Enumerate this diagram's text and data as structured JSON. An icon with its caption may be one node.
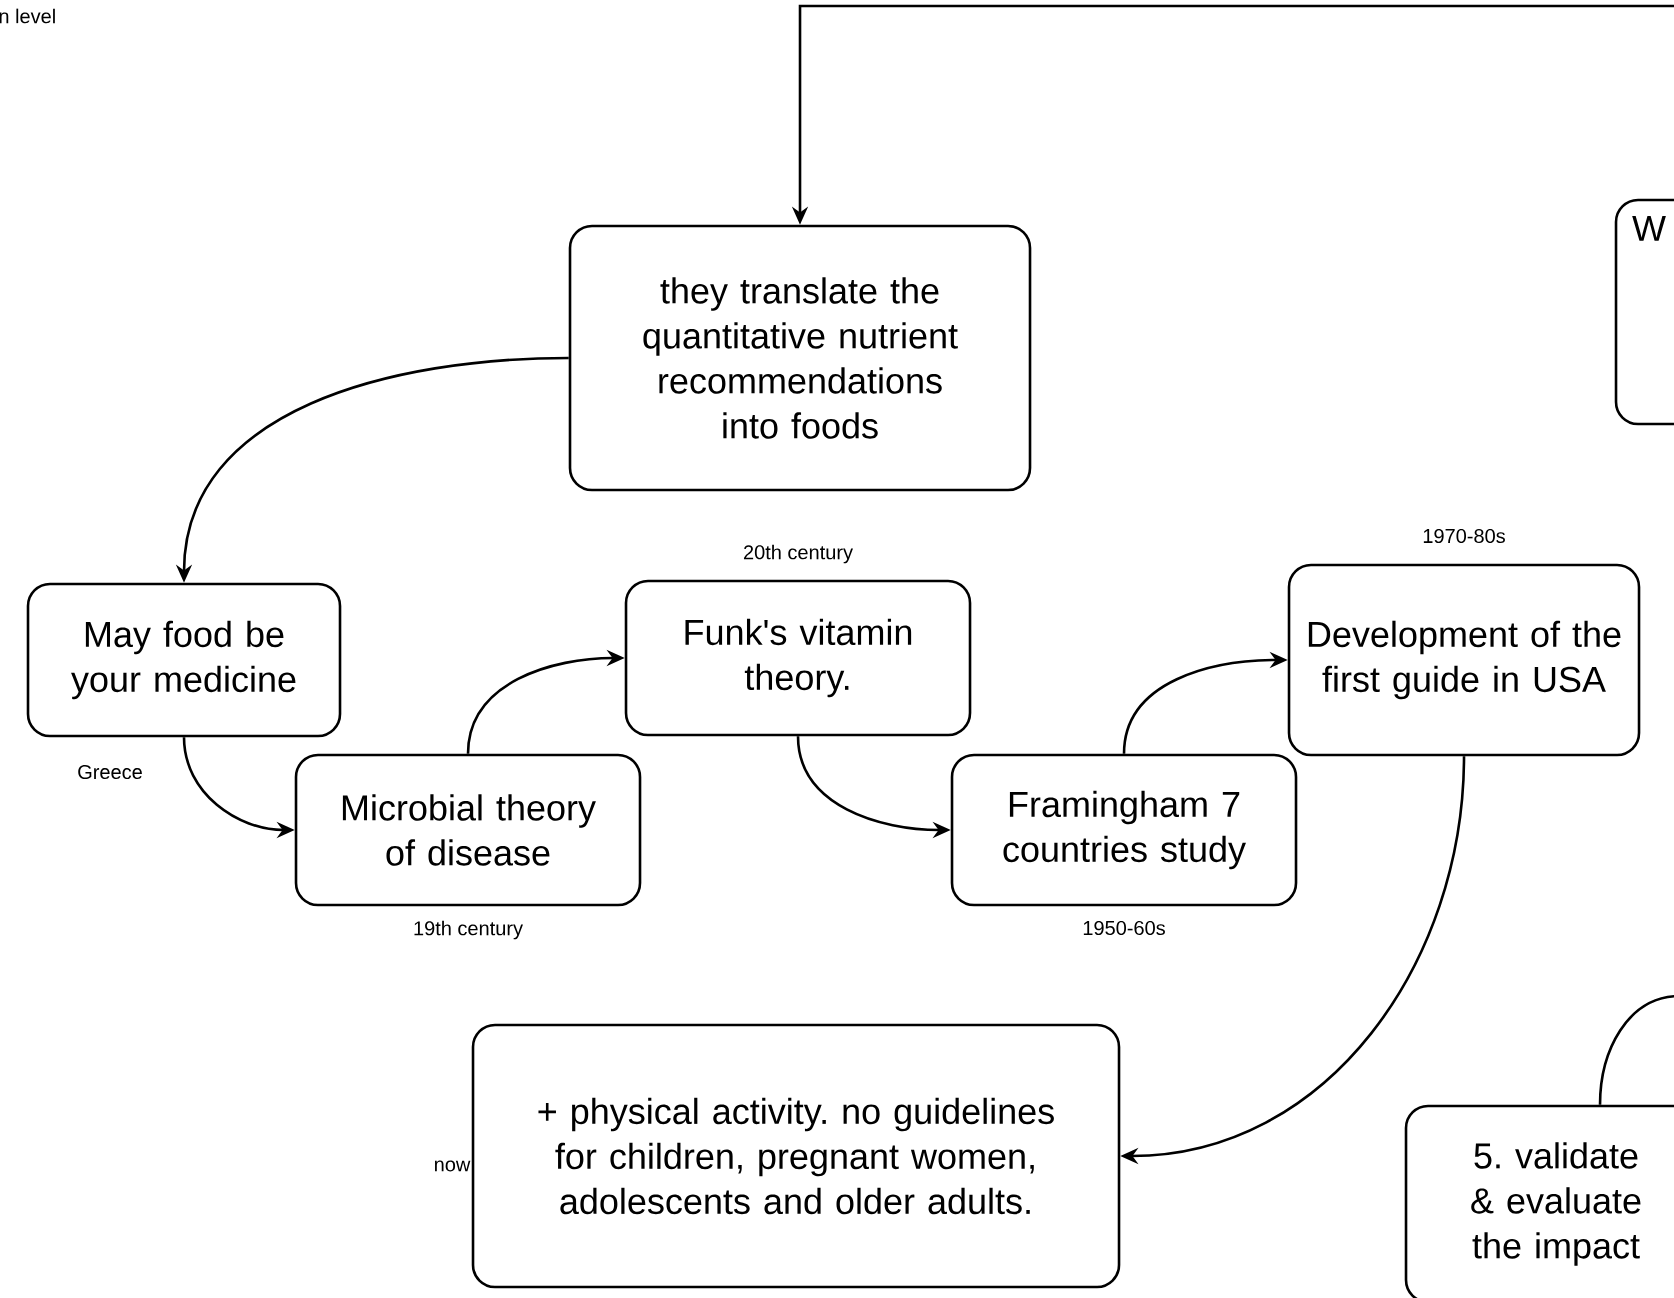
{
  "diagram": {
    "nodes": [
      {
        "text": [
          "they translate the quantitative nutrient recommendations into foods"
        ]
      },
      {
        "text": [
          "May food be your medicine"
        ],
        "beside": [
          "Greece"
        ]
      },
      {
        "text": [
          "Microbial theory of disease"
        ],
        "beside": [
          "19th century"
        ]
      },
      {
        "text": [
          "Funk's vitamin theory."
        ],
        "beside": [
          "20th century"
        ]
      },
      {
        "text": [
          "Framingham 7 countries study"
        ],
        "beside": [
          "1950-60s"
        ]
      },
      {
        "text": [
          "Development of the first guide in USA"
        ],
        "beside": [
          "1970-80s"
        ]
      },
      {
        "text": [
          "+ physical activity. no guidelines for children, pregnant women, adolescents and older adults."
        ],
        "beside": [
          "now"
        ]
      },
      {
        "text": [
          "W"
        ]
      },
      {
        "text": [
          "5. validate & evaluate the impact"
        ]
      }
    ],
    "edges": [
      {
        "from": null,
        "to": 0,
        "arrow": "to"
      },
      {
        "from": 0,
        "to": 1,
        "arrow": "to"
      },
      {
        "from": 1,
        "to": 2,
        "arrow": "to"
      },
      {
        "from": 2,
        "to": 3,
        "arrow": "to"
      },
      {
        "from": 3,
        "to": 4,
        "arrow": "to"
      },
      {
        "from": 4,
        "to": 5,
        "arrow": "to"
      },
      {
        "from": 5,
        "to": 6,
        "arrow": "to"
      },
      {
        "from": 8,
        "to": null,
        "arrow": "none"
      }
    ],
    "labels": [
      "n level"
    ]
  }
}
